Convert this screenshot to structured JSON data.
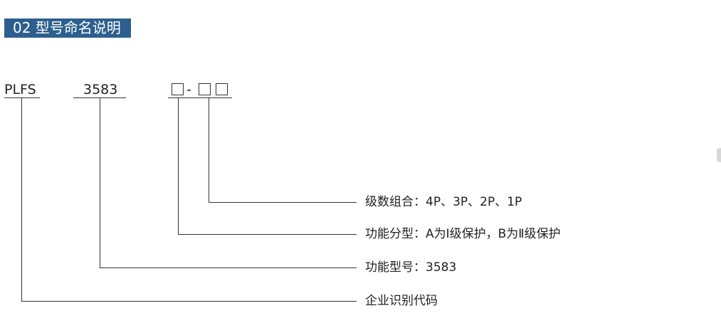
{
  "header": {
    "title": "02 型号命名说明"
  },
  "model_code": {
    "company": "PLFS",
    "model": "3583",
    "dash": "-"
  },
  "descriptions": {
    "poles": "级数组合：4P、3P、2P、1P",
    "function_type": "功能分型：A为Ⅰ级保护，B为Ⅱ级保护",
    "function_model": "功能型号：3583",
    "company_code": "企业识别代码"
  }
}
